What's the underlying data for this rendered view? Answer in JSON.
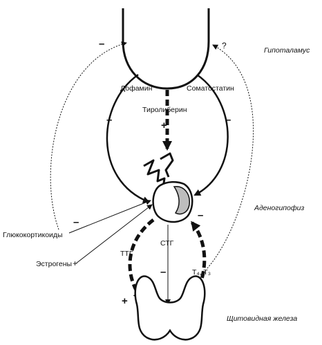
{
  "regions": {
    "hypothalamus": "Гипоталамус",
    "adenohypophysis": "Аденогипофиз",
    "thyroid": "Щитовидная железа"
  },
  "hormones": {
    "dopamine": "Дофамин",
    "somatostatin": "Соматостатин",
    "trh": "Тиролиберин",
    "glucocorticoids": "Глюкокортикоиды",
    "estrogens": "Эстрогены",
    "tsh": "ТТГ",
    "gh": "СТГ",
    "t4_t3": "T₄, T₃"
  },
  "signs": {
    "minus": "–",
    "plus": "+",
    "question": "?"
  },
  "colors": {
    "line": "#111111",
    "pituitary_lobe": "#bdbdbd",
    "background": "#ffffff"
  }
}
